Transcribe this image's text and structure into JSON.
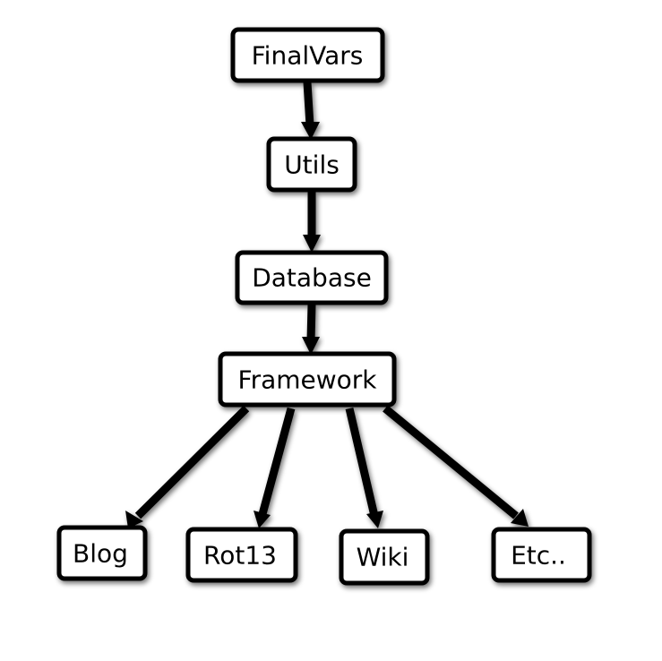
{
  "diagram": {
    "nodes": [
      {
        "id": "finalvars",
        "label": "FinalVars"
      },
      {
        "id": "utils",
        "label": "Utils"
      },
      {
        "id": "database",
        "label": "Database"
      },
      {
        "id": "framework",
        "label": "Framework"
      },
      {
        "id": "blog",
        "label": "Blog"
      },
      {
        "id": "rot13",
        "label": "Rot13"
      },
      {
        "id": "wiki",
        "label": "Wiki"
      },
      {
        "id": "etc",
        "label": "Etc.."
      }
    ],
    "edges": [
      {
        "from": "finalvars",
        "to": "utils"
      },
      {
        "from": "utils",
        "to": "database"
      },
      {
        "from": "database",
        "to": "framework"
      },
      {
        "from": "framework",
        "to": "blog"
      },
      {
        "from": "framework",
        "to": "rot13"
      },
      {
        "from": "framework",
        "to": "wiki"
      },
      {
        "from": "framework",
        "to": "etc"
      }
    ],
    "colors": {
      "line": "#000000",
      "box_fill": "#ffffff",
      "shadow": "#808080"
    }
  }
}
